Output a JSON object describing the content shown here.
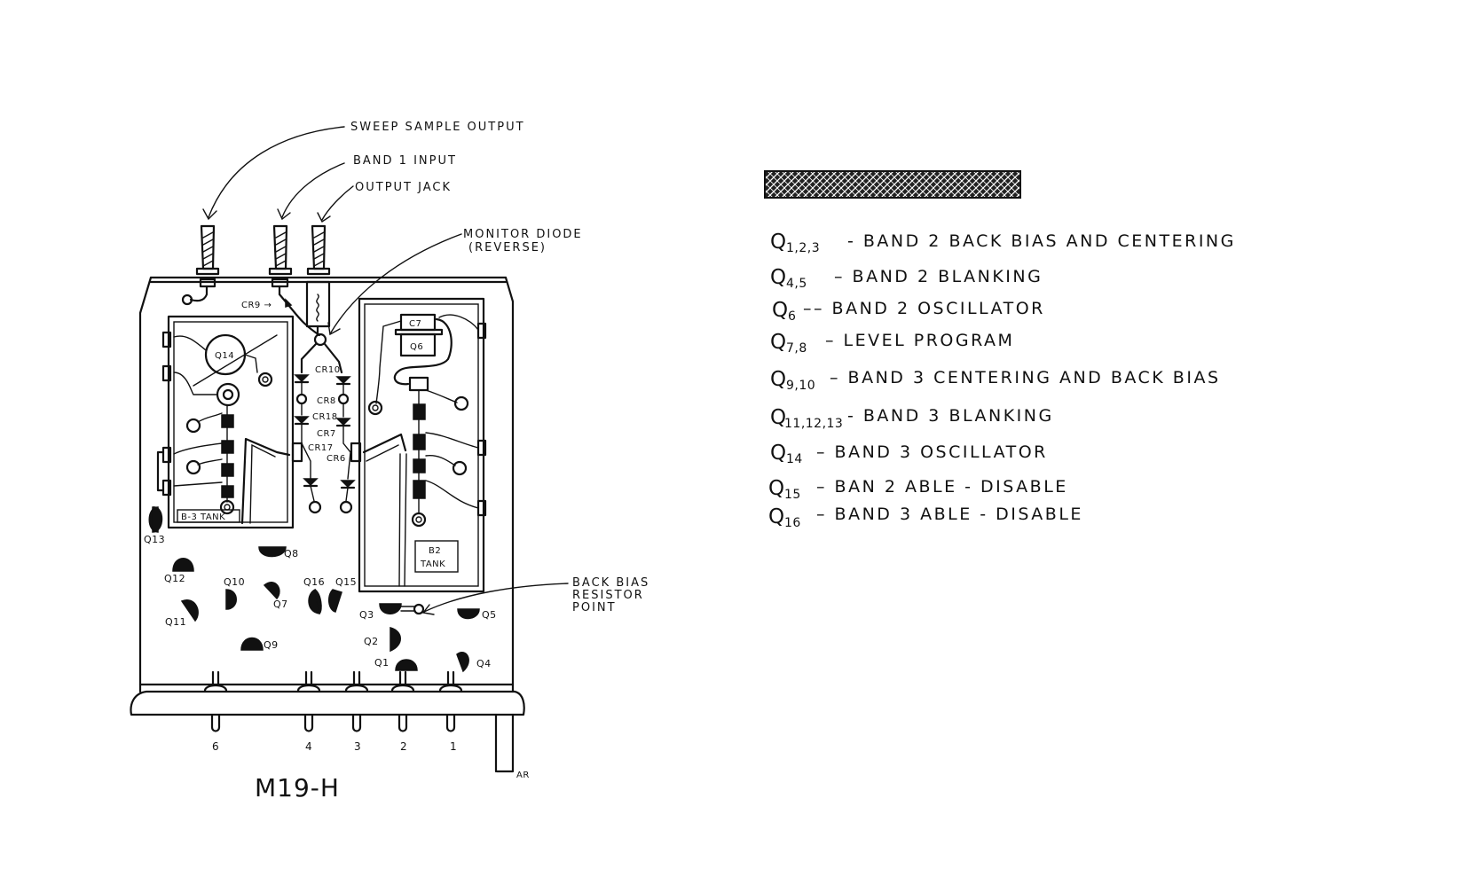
{
  "diagram": {
    "title": "M19-H",
    "initials": "AR",
    "callouts": {
      "sweep_sample_output": "SWEEP SAMPLE OUTPUT",
      "band1_input": "BAND 1   INPUT",
      "output_jack": "OUTPUT   JACK",
      "monitor_diode_line1": "MONITOR    DIODE",
      "monitor_diode_line2": "(REVERSE)",
      "back_bias_line1": "BACK BIAS",
      "back_bias_line2": "RESISTOR",
      "back_bias_line3": "POINT"
    },
    "components": {
      "cr9": "CR9 →",
      "cr10": "CR10",
      "cr8": "CR8",
      "cr18": "CR18",
      "cr7": "CR7",
      "cr17": "CR17",
      "cr6": "CR6",
      "c7": "C7",
      "q6": "Q6",
      "q14": "Q14",
      "b3_tank": "B-3 TANK",
      "b2_tank_line1": "B2",
      "b2_tank_line2": "TANK"
    },
    "transistors": [
      {
        "id": "Q13",
        "label": "Q13"
      },
      {
        "id": "Q8",
        "label": "Q8"
      },
      {
        "id": "Q12",
        "label": "Q12"
      },
      {
        "id": "Q10",
        "label": "Q10"
      },
      {
        "id": "Q7",
        "label": "Q7"
      },
      {
        "id": "Q16",
        "label": "Q16"
      },
      {
        "id": "Q15",
        "label": "Q15"
      },
      {
        "id": "Q11",
        "label": "Q11"
      },
      {
        "id": "Q9",
        "label": "Q9"
      },
      {
        "id": "Q3",
        "label": "Q3"
      },
      {
        "id": "Q5",
        "label": "Q5"
      },
      {
        "id": "Q2",
        "label": "Q2"
      },
      {
        "id": "Q1",
        "label": "Q1"
      },
      {
        "id": "Q4",
        "label": "Q4"
      }
    ],
    "pins": [
      "6",
      "4",
      "3",
      "2",
      "1"
    ]
  },
  "legend": {
    "items": [
      {
        "q": "Q",
        "sub": "1,2,3",
        "desc": "- BAND 2   BACK BIAS  AND  CENTERING"
      },
      {
        "q": "Q",
        "sub": "4,5",
        "desc": "– BAND 2  BLANKING"
      },
      {
        "q": "Q",
        "sub": "6",
        "desc": "–– BAND 2  OSCILLATOR"
      },
      {
        "q": "Q",
        "sub": "7,8",
        "desc": "– LEVEL   PROGRAM"
      },
      {
        "q": "Q",
        "sub": "9,10",
        "desc": "– BAND 3  CENTERING  AND  BACK BIAS"
      },
      {
        "q": "Q",
        "sub": "11,12,13",
        "desc": "- BAND 3   BLANKING"
      },
      {
        "q": "Q",
        "sub": "14",
        "desc": "   – BAND 3  OSCILLATOR"
      },
      {
        "q": "Q",
        "sub": "15",
        "desc": "  –  BAN 2   ABLE - DISABLE"
      },
      {
        "q": "Q",
        "sub": "16",
        "desc": "  –  BAND 3   ABLE - DISABLE"
      }
    ]
  }
}
